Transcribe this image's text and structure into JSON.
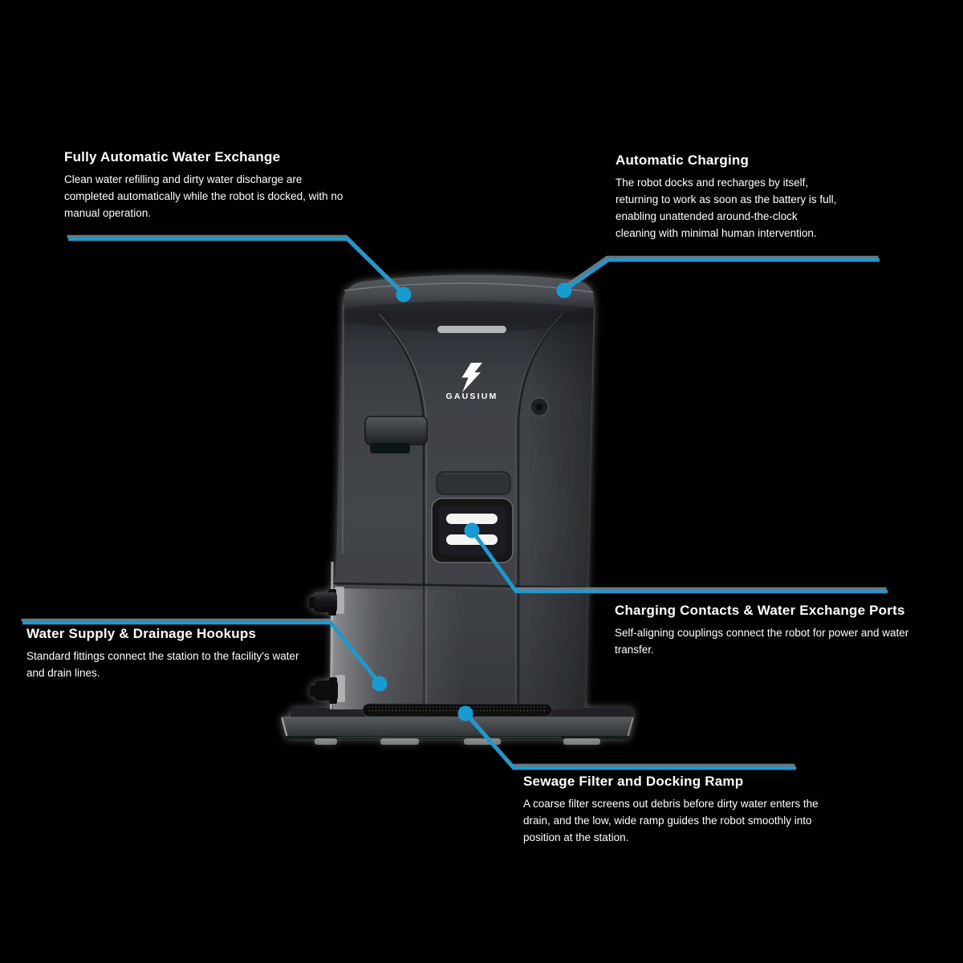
{
  "page": {
    "background_color": "#000000",
    "accent_color": "#179bd3",
    "text_color": "#ffffff"
  },
  "device": {
    "brand_wordmark": "GAUSIUM",
    "description": "Gausium robot workstation dock, front view",
    "body_color": "#404347",
    "base_color": "#45484b",
    "contact_slot_color": "#f4f4f4"
  },
  "callouts": [
    {
      "id": "water-exchange",
      "heading": "Fully Automatic Water Exchange",
      "body": "Clean water refilling and dirty water discharge are completed automatically while the robot is docked, with no manual operation.",
      "points_to": "roof-left"
    },
    {
      "id": "auto-charging",
      "heading": "Automatic Charging",
      "body": "The robot docks and recharges by itself, returning to work as soon as the battery is full, enabling unattended around-the-clock cleaning with minimal human intervention.",
      "points_to": "roof-right"
    },
    {
      "id": "dock-ports",
      "heading": "Charging Contacts & Water Exchange Ports",
      "body": "Self-aligning couplings connect the robot for power and water transfer.",
      "points_to": "contact-slots"
    },
    {
      "id": "plumbing",
      "heading": "Water Supply & Drainage Hookups",
      "body": "Standard fittings connect the station to the facility's water and drain lines.",
      "points_to": "side-connectors"
    },
    {
      "id": "ramp",
      "heading": "Sewage Filter and Docking Ramp",
      "body": "A coarse filter screens out debris before dirty water enters the drain, and the low, wide ramp guides the robot smoothly into position at the station.",
      "points_to": "base-ramp"
    }
  ]
}
